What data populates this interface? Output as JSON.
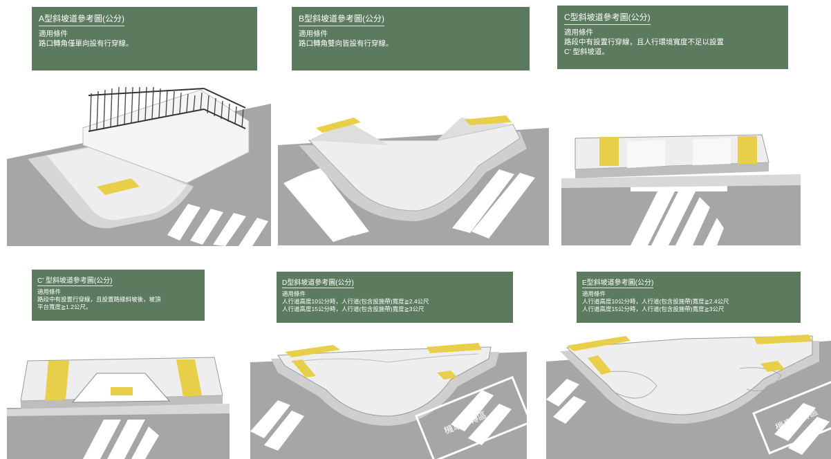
{
  "panels": [
    {
      "title": "A型斜坡道參考圖(公分)",
      "lines": [
        "適用條件",
        "路口轉角僅單向設有行穿線。"
      ]
    },
    {
      "title": "B型斜坡道參考圖(公分)",
      "lines": [
        "適用條件",
        "路口轉角雙向皆設有行穿線。"
      ]
    },
    {
      "title": "C型斜坡道參考圖(公分)",
      "lines": [
        "適用條件",
        "路段中有設置行穿線，且人行環境寬度不足以設置",
        "C’ 型斜坡道。"
      ]
    },
    {
      "title": "C’ 型斜坡道參考圖(公分)",
      "lines": [
        "適用條件",
        "路段中有設置行穿線，且設置路緣斜坡後，坡頂",
        "平台寬度≧1.2公尺。"
      ]
    },
    {
      "title": "D型斜坡道參考圖(公分)",
      "lines": [
        "適用條件",
        "人行道高度10公分時，人行道(包含設施帶)寬度≧2.4公尺",
        "人行道高度15公分時，人行道(包含設施帶)寬度≧3公尺"
      ]
    },
    {
      "title": "E型斜坡道參考圖(公分)",
      "lines": [
        "適用條件",
        "人行道高度10公分時，人行道(包含設施帶)寬度≧2.4公尺",
        "人行道高度15公分時，人行道(包含設施帶)寬度≧3公尺"
      ]
    }
  ],
  "road_markings": [
    "機車待轉區",
    "機車待轉區"
  ],
  "colors": {
    "label_bg": "#5b7a5e",
    "road": "#a6a6a6",
    "sidewalk": "#ececec",
    "tactile": "#e8cf4a",
    "crosswalk": "#ffffff",
    "fence": "#4a4a4a"
  }
}
